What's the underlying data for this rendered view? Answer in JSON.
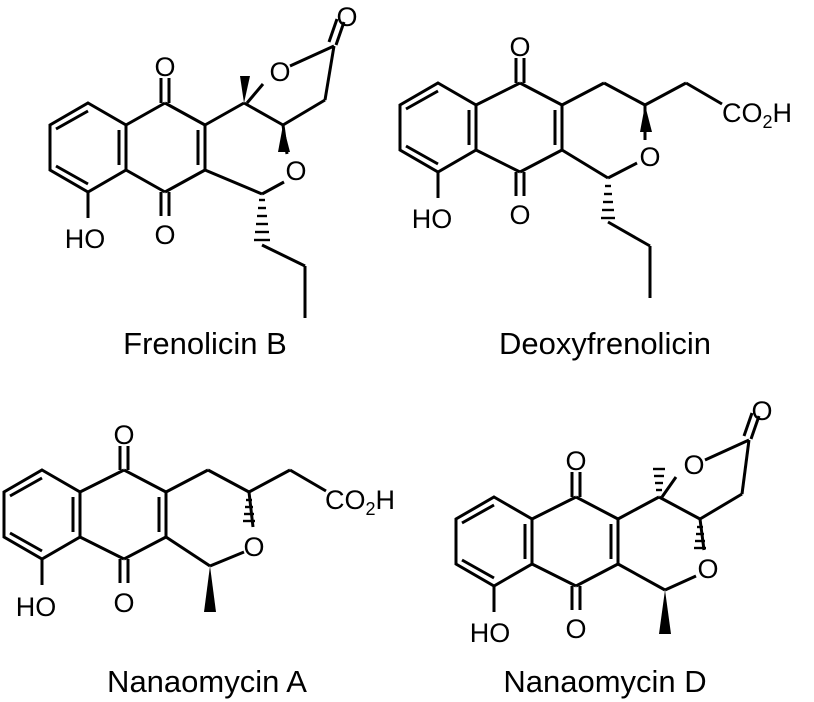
{
  "compounds": [
    {
      "name": "Frenolicin B"
    },
    {
      "name": "Deoxyfrenolicin"
    },
    {
      "name": "Nanaomycin A"
    },
    {
      "name": "Nanaomycin D"
    }
  ],
  "atoms": {
    "oxygen": "O",
    "hydroxyl": "HO",
    "carboxyl_main": "CO",
    "carboxyl_sub": "2",
    "carboxyl_tail": "H"
  }
}
